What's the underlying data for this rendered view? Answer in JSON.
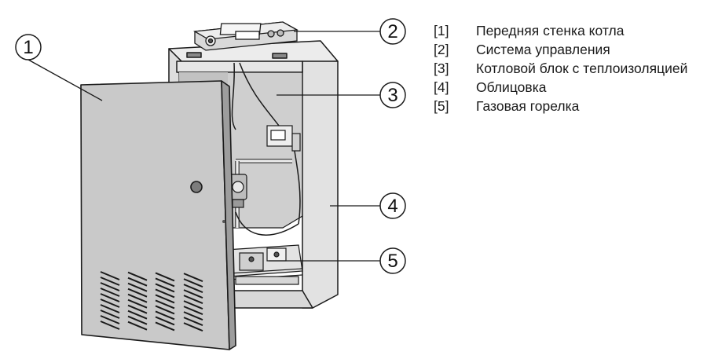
{
  "callouts": [
    "1",
    "2",
    "3",
    "4",
    "5"
  ],
  "legend": [
    {
      "key": "[1]",
      "text": "Передняя стенка котла"
    },
    {
      "key": "[2]",
      "text": "Система управления"
    },
    {
      "key": "[3]",
      "text": "Котловой блок с теплоизоляцией"
    },
    {
      "key": "[4]",
      "text": "Облицовка"
    },
    {
      "key": "[5]",
      "text": "Газовая горелка"
    }
  ],
  "colors": {
    "panel": "#c9c9c9",
    "cabinet": "#e4e4e4",
    "insulation": "#cfcfcf",
    "outline": "#1a1a1a"
  }
}
